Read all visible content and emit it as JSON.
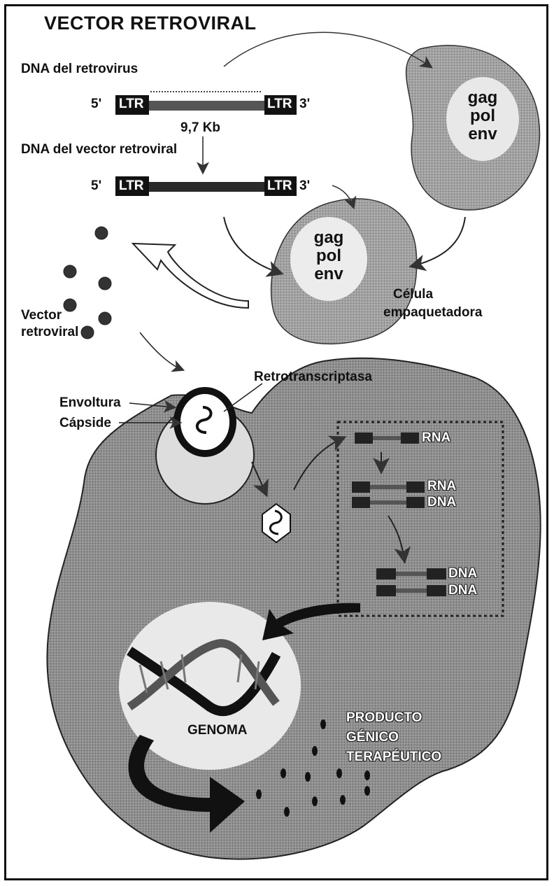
{
  "title": "VECTOR RETROVIRAL",
  "retrovirus_dna": {
    "label": "DNA del retrovirus",
    "five_prime": "5'",
    "three_prime": "3'",
    "ltr_left": "LTR",
    "ltr_right": "LTR",
    "size": "9,7 Kb"
  },
  "vector_dna": {
    "label": "DNA del vector retroviral",
    "five_prime": "5'",
    "three_prime": "3'",
    "ltr_left": "LTR",
    "ltr_right": "LTR"
  },
  "helper_cell": {
    "genes": [
      "gag",
      "pol",
      "env"
    ]
  },
  "packaging_cell": {
    "genes": [
      "gag",
      "pol",
      "env"
    ],
    "label_line1": "Célula",
    "label_line2": "empaquetadora"
  },
  "vector_label": {
    "line1": "Vector",
    "line2": "retroviral"
  },
  "virion_labels": {
    "envelope": "Envoltura",
    "capsid": "Cápside",
    "reverse_transcriptase": "Retrotranscriptasa"
  },
  "transcription": {
    "rna": "RNA",
    "hybrid_top": "RNA",
    "hybrid_bottom": "DNA",
    "ds_top": "DNA",
    "ds_bottom": "DNA"
  },
  "genome_label": "GENOMA",
  "product_label": {
    "line1": "PRODUCTO",
    "line2": "GÉNICO",
    "line3": "TERAPÉUTICO"
  },
  "colors": {
    "cytoplasm": "#8c8c8c",
    "packaging_cell": "#9a9a9a",
    "nucleus": "#ececec",
    "dark": "#151515"
  }
}
